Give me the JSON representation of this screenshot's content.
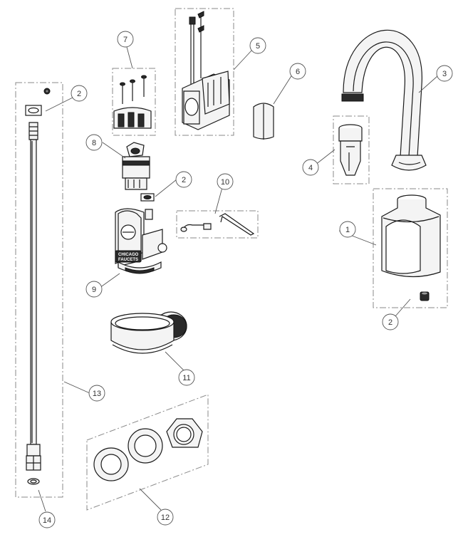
{
  "callouts": [
    {
      "id": "c1",
      "label": "1"
    },
    {
      "id": "c2a",
      "label": "2"
    },
    {
      "id": "c2b",
      "label": "2"
    },
    {
      "id": "c2c",
      "label": "2"
    },
    {
      "id": "c3",
      "label": "3"
    },
    {
      "id": "c4",
      "label": "4"
    },
    {
      "id": "c5",
      "label": "5"
    },
    {
      "id": "c6",
      "label": "6"
    },
    {
      "id": "c7",
      "label": "7"
    },
    {
      "id": "c8",
      "label": "8"
    },
    {
      "id": "c9",
      "label": "9"
    },
    {
      "id": "c10",
      "label": "10"
    },
    {
      "id": "c11",
      "label": "11"
    },
    {
      "id": "c12",
      "label": "12"
    },
    {
      "id": "c13",
      "label": "13"
    },
    {
      "id": "c14",
      "label": "14"
    }
  ],
  "logo_lines": [
    "CHICAGO",
    "FAUCETS"
  ],
  "colors": {
    "line": "#1a1a1a",
    "dash": "#8a8a8a",
    "fill": "#f4f4f4"
  }
}
